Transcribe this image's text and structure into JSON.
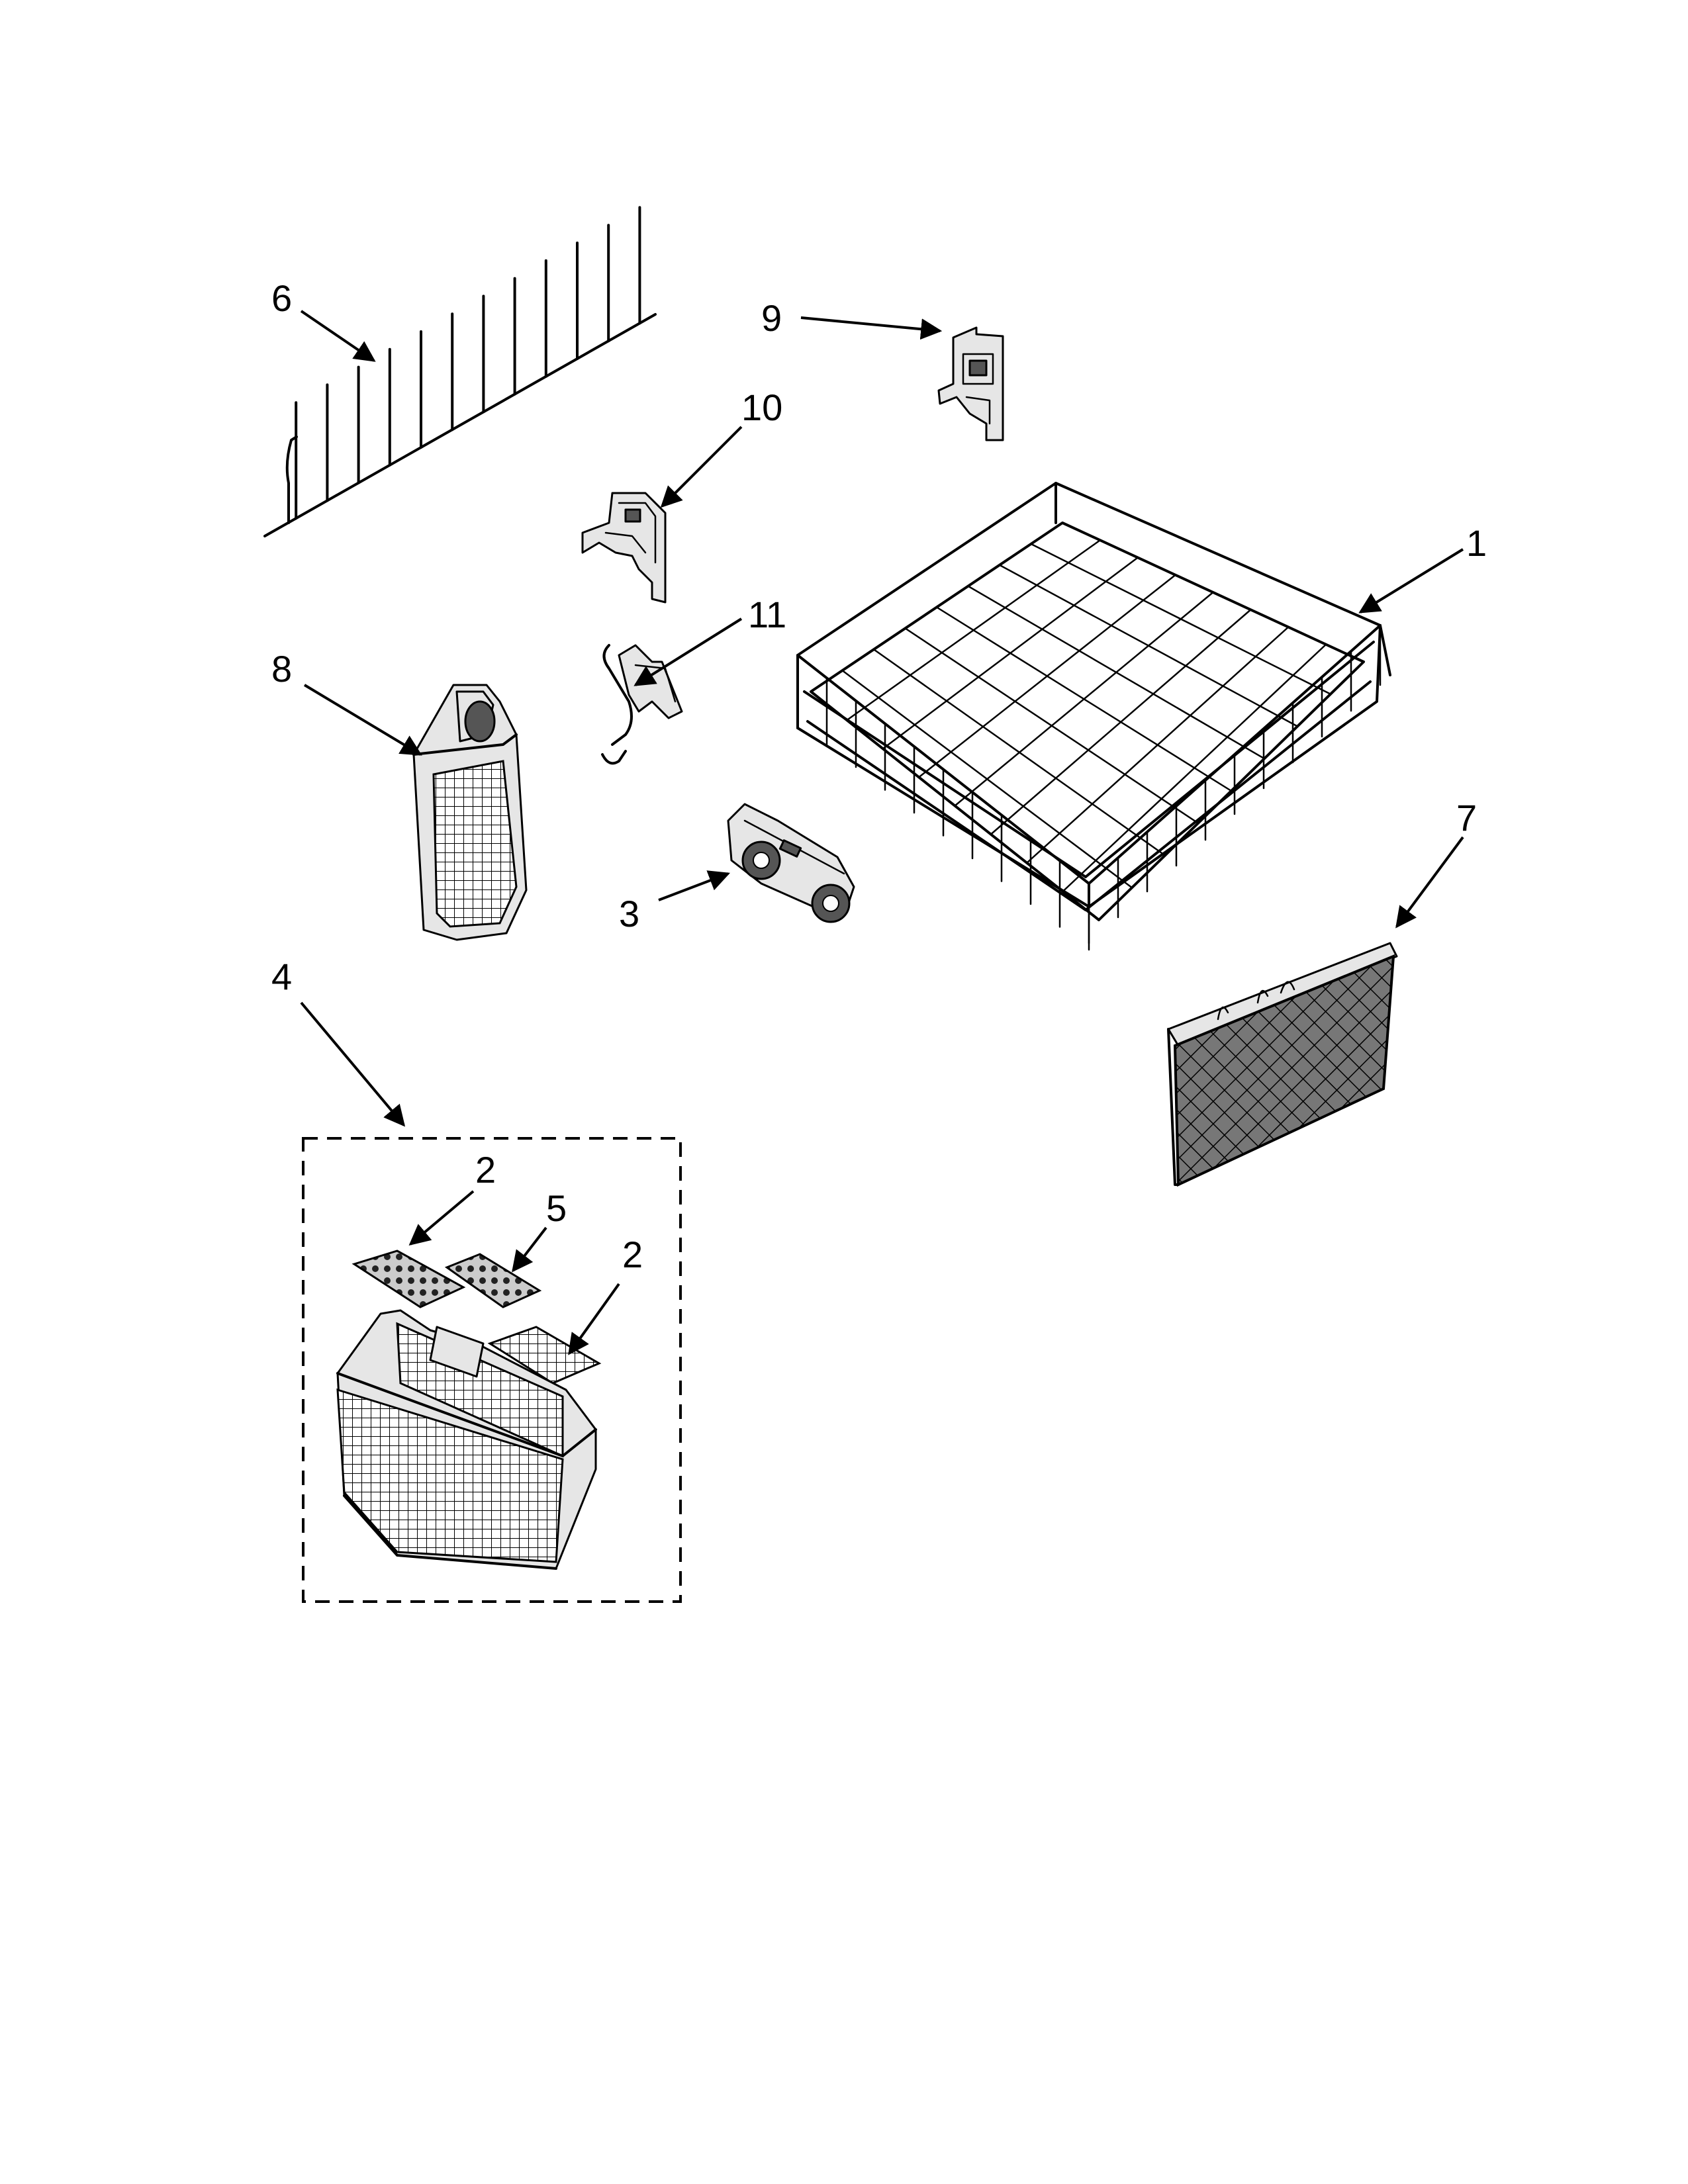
{
  "callouts": {
    "c1": "1",
    "c2a": "2",
    "c2b": "2",
    "c3": "3",
    "c4": "4",
    "c5": "5",
    "c6": "6",
    "c7": "7",
    "c8": "8",
    "c9": "9",
    "c10": "10",
    "c11": "11"
  },
  "colors": {
    "line": "#000000",
    "background": "#ffffff",
    "part_fill": "#e6e6e6",
    "part_dark": "#555555"
  }
}
